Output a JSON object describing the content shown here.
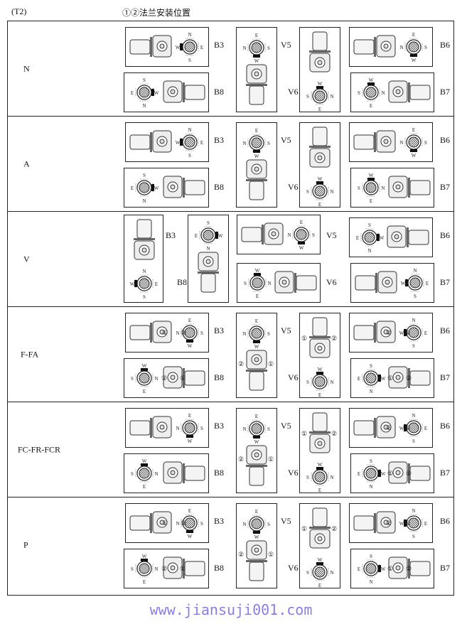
{
  "header": {
    "code": "(T2)",
    "title": "①②法兰安装位置"
  },
  "rows": [
    {
      "label": "N",
      "positions": [
        {
          "label": "B3",
          "compass": {
            "top": "N",
            "left": "W",
            "right": "E",
            "bottom": "S",
            "shaft": "left"
          }
        },
        {
          "label": "B8",
          "compass": {
            "top": "S",
            "left": "E",
            "right": "W",
            "bottom": "N",
            "shaft": "right"
          }
        },
        {
          "label": "V5",
          "compass": {
            "top": "E",
            "left": "N",
            "right": "S",
            "bottom": "W",
            "shaft": "bottom"
          }
        },
        {
          "label": "V6",
          "compass": {
            "top": "W",
            "left": "S",
            "right": "N",
            "bottom": "E",
            "shaft": "top"
          }
        },
        {
          "label": "B6",
          "compass": {
            "top": "E",
            "left": "N",
            "right": "S",
            "bottom": "W",
            "shaft": "bottom"
          }
        },
        {
          "label": "B7",
          "compass": {
            "top": "W",
            "left": "S",
            "right": "N",
            "bottom": "E",
            "shaft": "top"
          }
        }
      ]
    },
    {
      "label": "A",
      "positions": [
        {
          "label": "B3",
          "compass": {
            "top": "N",
            "left": "W",
            "right": "E",
            "bottom": "S",
            "shaft": "left"
          }
        },
        {
          "label": "B8",
          "compass": {
            "top": "S",
            "left": "E",
            "right": "W",
            "bottom": "N",
            "shaft": "right"
          }
        },
        {
          "label": "V5",
          "compass": {
            "top": "E",
            "left": "N",
            "right": "S",
            "bottom": "W",
            "shaft": "bottom"
          }
        },
        {
          "label": "V6",
          "compass": {
            "top": "W",
            "left": "S",
            "right": "N",
            "bottom": "E",
            "shaft": "top"
          }
        },
        {
          "label": "B6",
          "compass": {
            "top": "E",
            "left": "N",
            "right": "S",
            "bottom": "W",
            "shaft": "bottom"
          }
        },
        {
          "label": "B7",
          "compass": {
            "top": "W",
            "left": "S",
            "right": "N",
            "bottom": "E",
            "shaft": "top"
          }
        }
      ]
    },
    {
      "label": "V",
      "positions": [
        {
          "label": "B3",
          "compass": {
            "top": "N",
            "left": "W",
            "right": "E",
            "bottom": "S",
            "shaft": "left"
          }
        },
        {
          "label": "B8",
          "compass": {
            "top": "S",
            "left": "E",
            "right": "W",
            "bottom": "N",
            "shaft": "right"
          }
        },
        {
          "label": "V5",
          "compass": {
            "top": "E",
            "left": "N",
            "right": "S",
            "bottom": "W",
            "shaft": "bottom"
          }
        },
        {
          "label": "V6",
          "compass": {
            "top": "W",
            "left": "S",
            "right": "N",
            "bottom": "E",
            "shaft": "top"
          }
        },
        {
          "label": "B6",
          "compass": {
            "top": "S",
            "left": "E",
            "right": "W",
            "bottom": "N",
            "shaft": "right"
          }
        },
        {
          "label": "B7",
          "compass": {
            "top": "N",
            "left": "W",
            "right": "E",
            "bottom": "S",
            "shaft": "left"
          }
        }
      ]
    },
    {
      "label": "F-FA",
      "positions": [
        {
          "label": "B3",
          "compass": {
            "top": "E",
            "left": "N",
            "right": "S",
            "bottom": "W",
            "shaft": "bottom"
          },
          "flange": [
            "①",
            "②"
          ]
        },
        {
          "label": "B8",
          "compass": {
            "top": "W",
            "left": "S",
            "right": "N",
            "bottom": "E",
            "shaft": "top"
          },
          "flange": [
            "②",
            "①"
          ]
        },
        {
          "label": "V5",
          "compass": {
            "top": "E",
            "left": "N",
            "right": "S",
            "bottom": "W",
            "shaft": "bottom"
          },
          "flange": [
            "②",
            "①"
          ]
        },
        {
          "label": "V6",
          "compass": {
            "top": "W",
            "left": "S",
            "right": "N",
            "bottom": "E",
            "shaft": "top"
          },
          "flange": [
            "①",
            "②"
          ]
        },
        {
          "label": "B6",
          "compass": {
            "top": "N",
            "left": "W",
            "right": "E",
            "bottom": "S",
            "shaft": "left"
          },
          "flange": [
            "②",
            "①"
          ]
        },
        {
          "label": "B7",
          "compass": {
            "top": "S",
            "left": "E",
            "right": "W",
            "bottom": "N",
            "shaft": "right"
          },
          "flange": [
            "①",
            "②"
          ]
        }
      ]
    },
    {
      "label": "FC-FR-FCR",
      "positions": [
        {
          "label": "B3",
          "compass": {
            "top": "E",
            "left": "N",
            "right": "S",
            "bottom": "W",
            "shaft": "bottom"
          }
        },
        {
          "label": "B8",
          "compass": {
            "top": "W",
            "left": "S",
            "right": "N",
            "bottom": "E",
            "shaft": "top"
          }
        },
        {
          "label": "V5",
          "compass": {
            "top": "E",
            "left": "N",
            "right": "S",
            "bottom": "W",
            "shaft": "bottom"
          },
          "flange": [
            "②",
            "①"
          ]
        },
        {
          "label": "V6",
          "compass": {
            "top": "W",
            "left": "S",
            "right": "N",
            "bottom": "E",
            "shaft": "top"
          },
          "flange": [
            "①",
            "②"
          ]
        },
        {
          "label": "B6",
          "compass": {
            "top": "N",
            "left": "W",
            "right": "E",
            "bottom": "S",
            "shaft": "left"
          },
          "flange": [
            "②",
            "①"
          ]
        },
        {
          "label": "B7",
          "compass": {
            "top": "S",
            "left": "E",
            "right": "W",
            "bottom": "N",
            "shaft": "right"
          },
          "flange": [
            "①",
            "②"
          ]
        }
      ]
    },
    {
      "label": "P",
      "positions": [
        {
          "label": "B3",
          "compass": {
            "top": "E",
            "left": "N",
            "right": "S",
            "bottom": "W",
            "shaft": "bottom"
          },
          "flange": [
            "①",
            "②"
          ]
        },
        {
          "label": "B8",
          "compass": {
            "top": "W",
            "left": "S",
            "right": "N",
            "bottom": "E",
            "shaft": "top"
          },
          "flange": [
            "②",
            "①"
          ]
        },
        {
          "label": "V5",
          "compass": {
            "top": "E",
            "left": "N",
            "right": "S",
            "bottom": "W",
            "shaft": "bottom"
          },
          "flange": [
            "②",
            "①"
          ]
        },
        {
          "label": "V6",
          "compass": {
            "top": "W",
            "left": "S",
            "right": "N",
            "bottom": "E",
            "shaft": "top"
          },
          "flange": [
            "①",
            "②"
          ]
        },
        {
          "label": "B6",
          "compass": {
            "top": "N",
            "left": "W",
            "right": "E",
            "bottom": "S",
            "shaft": "left"
          },
          "flange": [
            "②",
            "①"
          ]
        },
        {
          "label": "B7",
          "compass": {
            "top": "S",
            "left": "E",
            "right": "W",
            "bottom": "N",
            "shaft": "right"
          },
          "flange": [
            "①",
            "②"
          ]
        }
      ]
    }
  ],
  "footer": {
    "watermark": "www.jiansuji001.com"
  },
  "colors": {
    "line": "#222222",
    "watermark": "#8a7ee6"
  }
}
